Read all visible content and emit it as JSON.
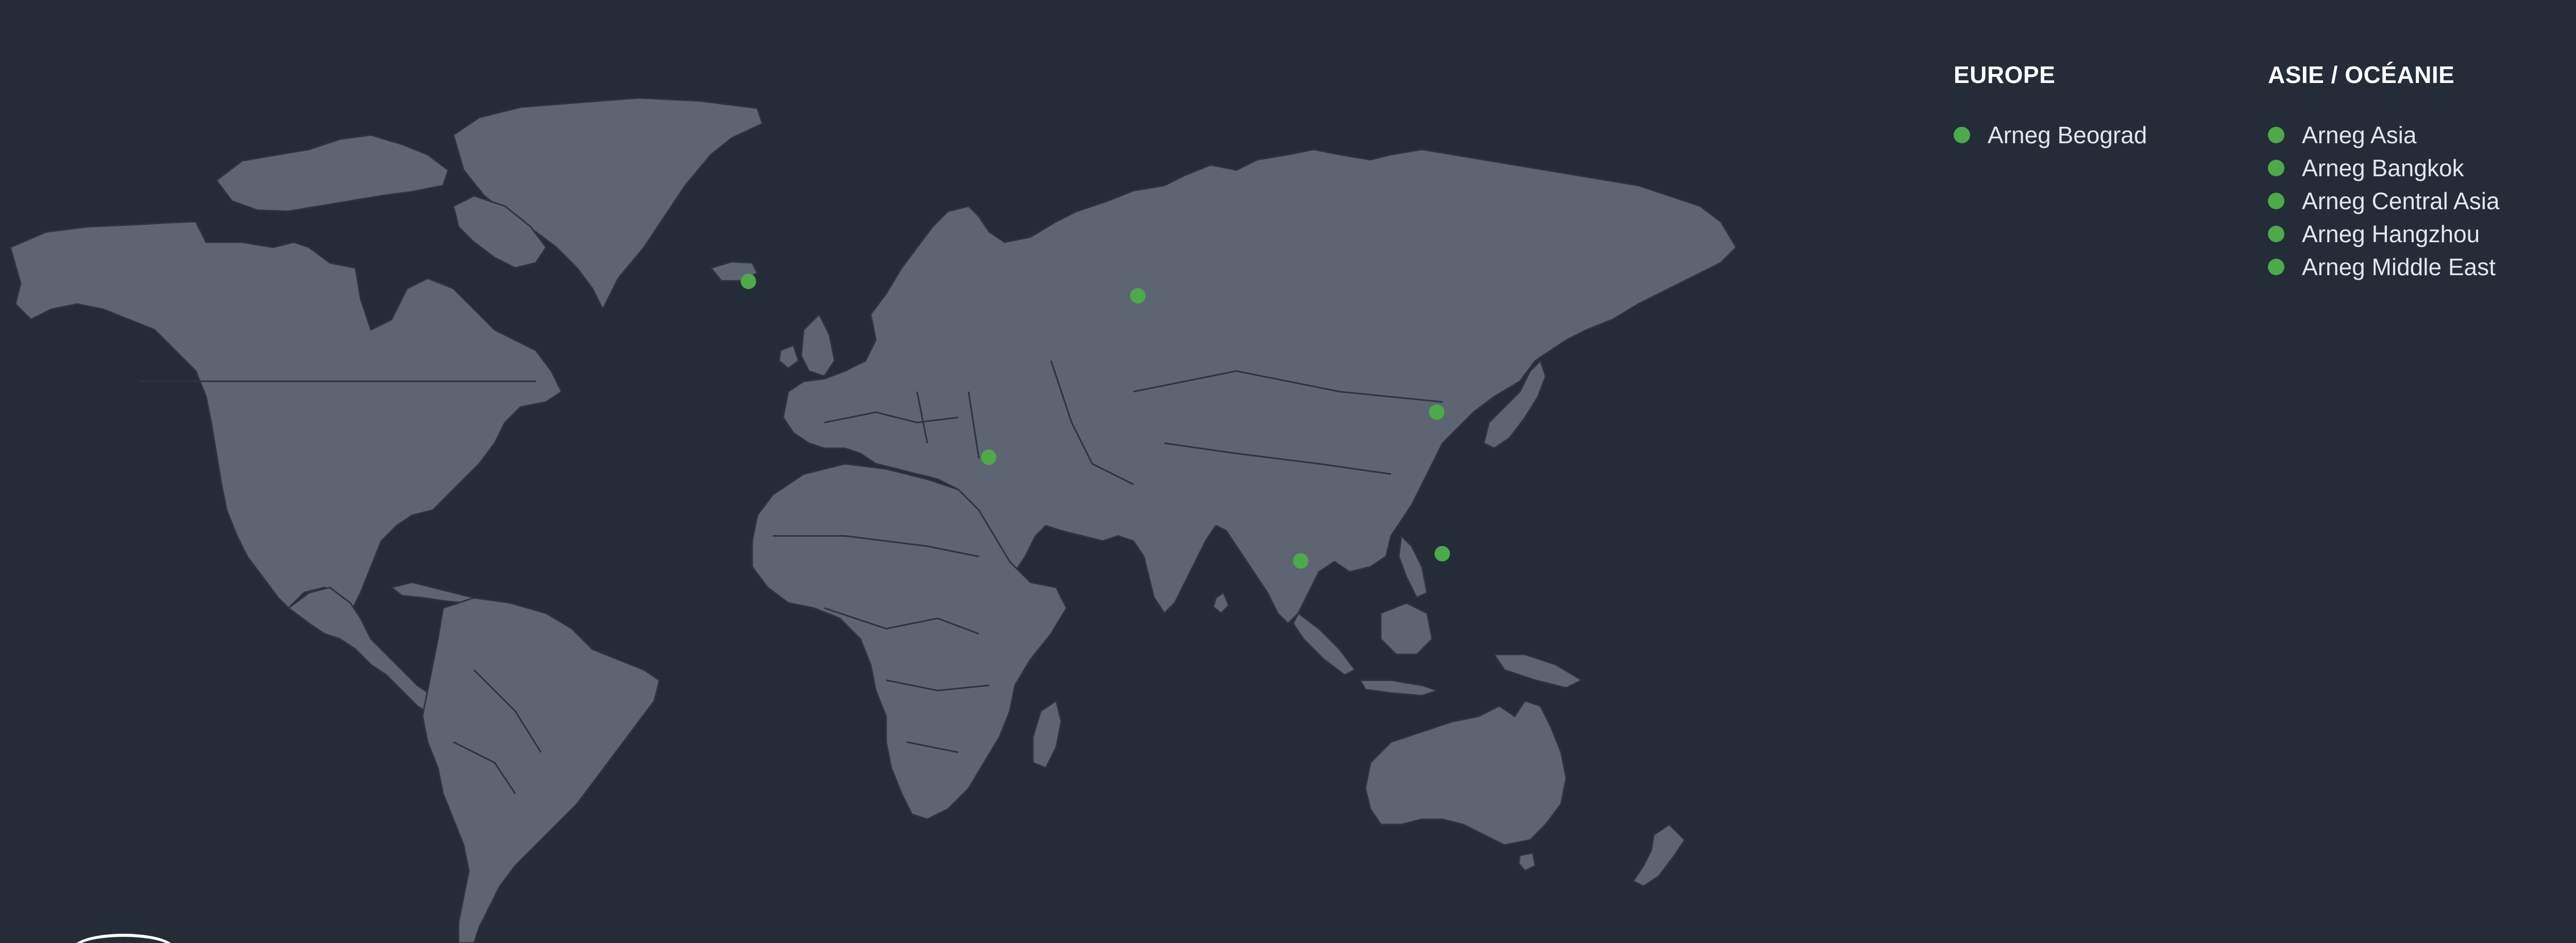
{
  "map": {
    "land_color": "#5c6571",
    "ocean_color": "#232c37",
    "border_color": "#2b3440",
    "marker_color": "#4ea84c",
    "markers": [
      {
        "name": "Arneg Beograd",
        "lon": 20.5,
        "lat": 44.8
      },
      {
        "name": "Arneg Asia",
        "lon": 76.9,
        "lat": 43.2
      },
      {
        "name": "Arneg Bangkok",
        "lon": 100.5,
        "lat": 13.8
      },
      {
        "name": "Arneg Central Asia",
        "lon": 121.0,
        "lat": 14.6
      },
      {
        "name": "Arneg Hangzhou",
        "lon": 120.2,
        "lat": 30.3
      },
      {
        "name": "Arneg Middle East",
        "lon": 55.3,
        "lat": 25.3
      }
    ]
  },
  "legend": {
    "europe": {
      "title": "EUROPE",
      "items": [
        "Arneg Beograd"
      ]
    },
    "asia": {
      "title": "ASIE / OCÉANIE",
      "items": [
        "Arneg Asia",
        "Arneg Bangkok",
        "Arneg Central Asia",
        "Arneg Hangzhou",
        "Arneg Middle East"
      ]
    }
  }
}
